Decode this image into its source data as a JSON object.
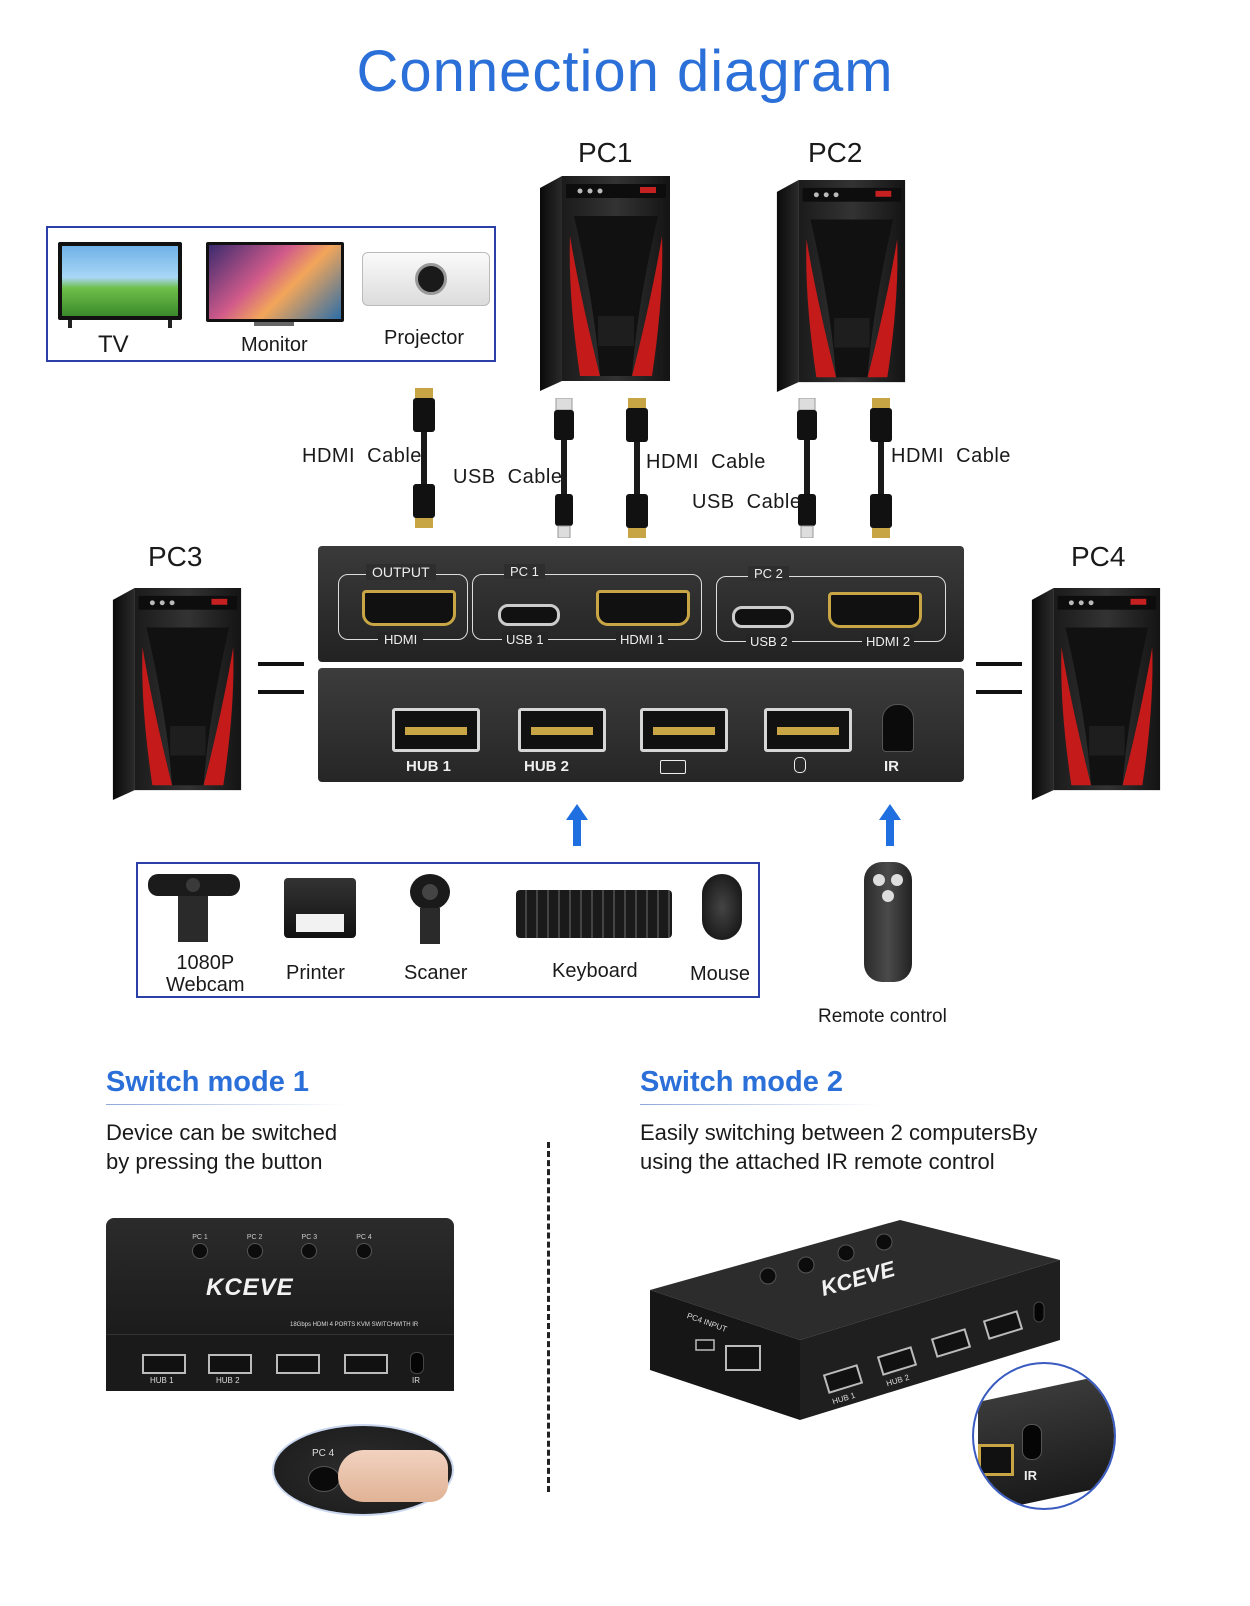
{
  "title": "Connection diagram",
  "pcs": {
    "pc1": "PC1",
    "pc2": "PC2",
    "pc3": "PC3",
    "pc4": "PC4"
  },
  "displays": [
    {
      "label": "TV"
    },
    {
      "label": "Monitor"
    },
    {
      "label": "Projector"
    }
  ],
  "cables": {
    "output_hdmi": "HDMI  Cable",
    "pc1_usb": "USB  Cable",
    "pc1_hdmi": "HDMI  Cable",
    "pc2_usb": "USB  Cable",
    "pc2_hdmi": "HDMI  Cable"
  },
  "switch_top": {
    "output": "OUTPUT",
    "output_hdmi": "HDMI",
    "pc1": "PC 1",
    "usb1": "USB 1",
    "hdmi1": "HDMI 1",
    "pc2": "PC 2",
    "usb2": "USB 2",
    "hdmi2": "HDMI 2"
  },
  "switch_front": {
    "hub1": "HUB 1",
    "hub2": "HUB 2",
    "ir": "IR"
  },
  "peripherals": [
    {
      "label_line1": "1080P",
      "label_line2": "Webcam"
    },
    {
      "label": "Printer"
    },
    {
      "label": "Scaner"
    },
    {
      "label": "Keyboard"
    },
    {
      "label": "Mouse"
    }
  ],
  "remote_label": "Remote control",
  "mode1": {
    "title": "Switch mode 1",
    "line1": "Device can be switched",
    "line2": "by pressing the button",
    "buttons": [
      "PC 1",
      "PC 2",
      "PC 3",
      "PC 4"
    ],
    "brand": "KCEVE",
    "subtitle": "18Gbps HDMI 4 PORTS KVM SWITCHWITH IR",
    "ports": [
      "HUB 1",
      "HUB 2",
      "",
      "",
      "IR"
    ],
    "zoom_label": "PC 4"
  },
  "mode2": {
    "title": "Switch mode 2",
    "line1": "Easily switching between 2 computersBy",
    "line2": "using the attached IR remote control",
    "brand": "KCEVE",
    "side_label": "PC4 INPUT",
    "ports": [
      "HUB 1",
      "HUB 2"
    ],
    "zoom_label": "IR"
  },
  "colors": {
    "accent": "#2b6fd8",
    "box_border": "#2a3fa8",
    "device": "#1c1c1c"
  }
}
